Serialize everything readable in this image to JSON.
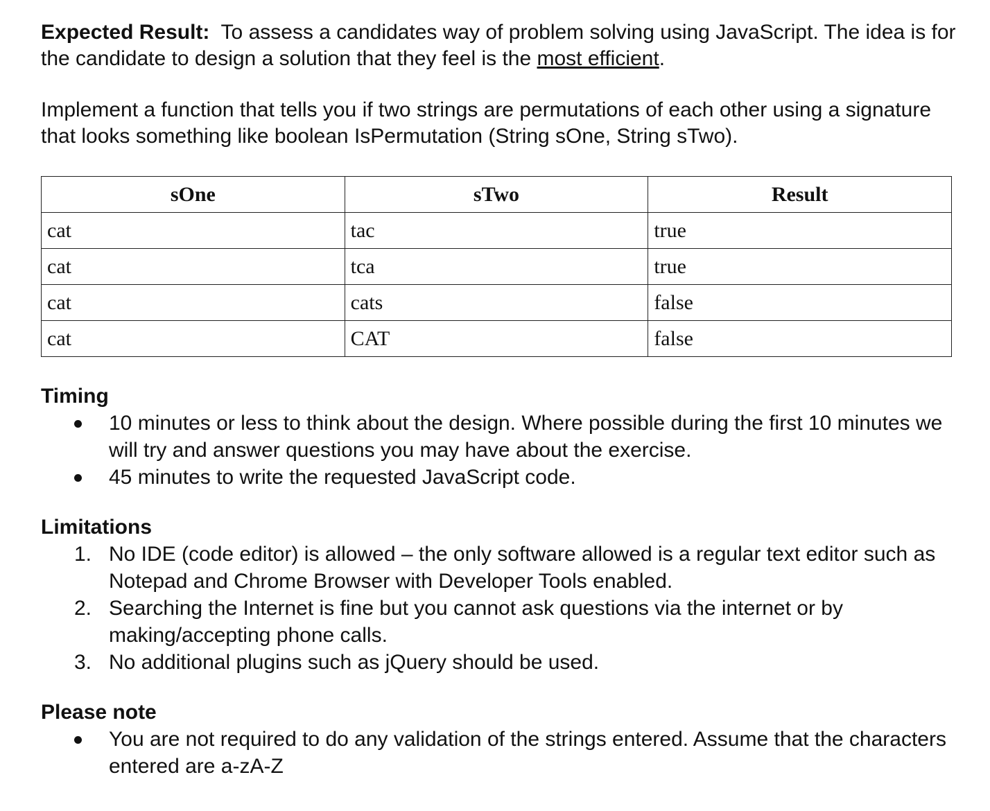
{
  "intro": {
    "lead": "Expected Result:",
    "text_before": "To assess a candidates way of problem solving using JavaScript.  The idea is for the candidate to design a solution that they feel is the ",
    "underlined": "most efficient",
    "text_after": "."
  },
  "task": "Implement a function that tells you if two strings are permutations of each other using a signature that looks something like boolean IsPermutation (String sOne, String sTwo).",
  "table": {
    "headers": [
      "sOne",
      "sTwo",
      "Result"
    ],
    "rows": [
      [
        "cat",
        "tac",
        "true"
      ],
      [
        "cat",
        "tca",
        "true"
      ],
      [
        "cat",
        "cats",
        "false"
      ],
      [
        "cat",
        "CAT",
        "false"
      ]
    ]
  },
  "timing": {
    "heading": "Timing",
    "items": [
      "10 minutes or less to think about the design.  Where possible during the first 10 minutes we will try and answer questions you may have about the exercise.",
      "45 minutes to write the requested JavaScript code."
    ]
  },
  "limitations": {
    "heading": "Limitations",
    "items": [
      {
        "num": "1.",
        "text": "No IDE (code editor) is allowed – the only software allowed is a regular text editor such as Notepad and Chrome Browser with Developer Tools enabled."
      },
      {
        "num": "2.",
        "text": "Searching the Internet is fine but you cannot ask questions via the internet or by making/accepting phone calls."
      },
      {
        "num": "3.",
        "text": "No additional plugins such as jQuery should be used."
      }
    ]
  },
  "note": {
    "heading": "Please note",
    "items": [
      "You are not required to do any validation of the strings entered.  Assume that the characters entered are a-zA-Z"
    ]
  }
}
